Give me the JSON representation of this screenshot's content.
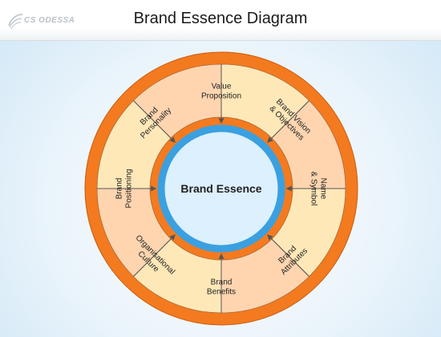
{
  "header": {
    "title": "Brand Essence Diagram",
    "logo_text": "CS ODESSA"
  },
  "diagram": {
    "center_label": "Brand Essence",
    "colors": {
      "outer_ring": "#f47a1f",
      "segment_a": "#ffd5b0",
      "segment_b": "#ffe8b8",
      "center_ring": "#3aa0e0",
      "center_fill": "#dcf0fd",
      "arrow": "#555555"
    },
    "segments": [
      {
        "lines": [
          "Value",
          "Proposition"
        ]
      },
      {
        "lines": [
          "Brand Vision",
          "& Objectives"
        ]
      },
      {
        "lines": [
          "Name",
          "& Symbol"
        ]
      },
      {
        "lines": [
          "Brand",
          "Attributes"
        ]
      },
      {
        "lines": [
          "Brand",
          "Benefits"
        ]
      },
      {
        "lines": [
          "Organisational",
          "Culture"
        ]
      },
      {
        "lines": [
          "Brand",
          "Positioning"
        ]
      },
      {
        "lines": [
          "Brand",
          "Personality"
        ]
      }
    ]
  }
}
